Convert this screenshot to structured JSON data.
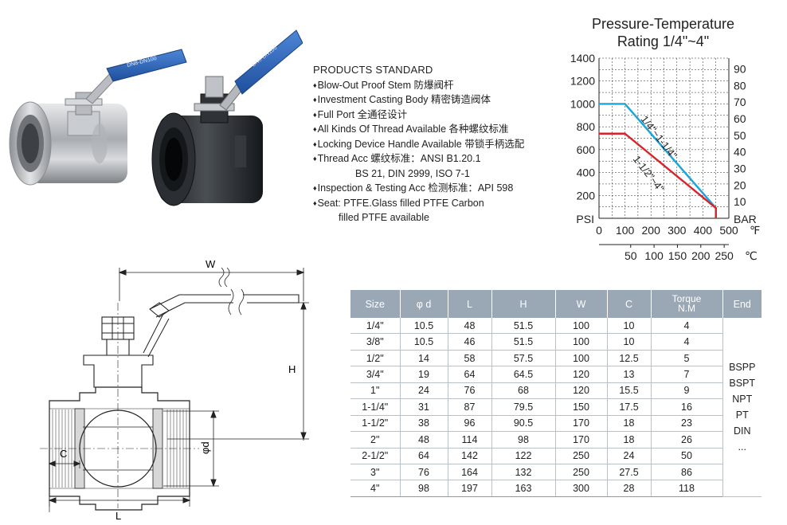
{
  "products": {
    "title": "PRODUCTS STANDARD",
    "lines": [
      "Blow-Out Proof Stem 防爆阀杆",
      "Investment Casting Body 精密铸造阀体",
      "Full Port 全通径设计",
      "All Kinds Of Thread Available 各种螺纹标准",
      "Locking Device Handle Available 带锁手柄选配",
      "Thread Acc 螺纹标准：ANSI B1.20.1",
      "BS 21, DIN 2999, ISO 7-1",
      "Inspection & Testing Acc 检测标准：API 598",
      "Seat: PTFE.Glass filled PTFE Carbon",
      "filled PTFE available"
    ]
  },
  "chart_data": {
    "type": "line",
    "title": "Pressure-Temperature\nRating 1/4\"~4\"",
    "title_line1": "Pressure-Temperature",
    "title_line2": "Rating 1/4\"~4\"",
    "y_left_label": "PSI",
    "y_right_label": "BAR",
    "x_top_unit": "℉",
    "x_bottom_unit": "℃",
    "y_left_ticks": [
      "1400",
      "1200",
      "1000",
      "800",
      "600",
      "400",
      "200"
    ],
    "y_right_ticks": [
      "90",
      "80",
      "70",
      "60",
      "50",
      "40",
      "30",
      "20",
      "10"
    ],
    "x_top_ticks": [
      "0",
      "100",
      "200",
      "300",
      "400",
      "500"
    ],
    "x_bottom_ticks": [
      "50",
      "100",
      "150",
      "200",
      "250"
    ],
    "ylim_psi": [
      0,
      1400
    ],
    "xlim_f": [
      0,
      500
    ],
    "grid": true,
    "series": [
      {
        "name": "1/4\"~1-1/4\"",
        "color": "#1aa6d9",
        "x_f": [
          0,
          100,
          450,
          450
        ],
        "y_psi": [
          1000,
          1000,
          90,
          0
        ]
      },
      {
        "name": "1-1/2\"~4\"",
        "color": "#d8232a",
        "x_f": [
          0,
          100,
          450,
          450
        ],
        "y_psi": [
          740,
          740,
          90,
          0
        ]
      }
    ]
  },
  "drawing": {
    "label_w": "W",
    "label_h": "H",
    "label_l": "L",
    "label_c": "C",
    "label_d": "φd"
  },
  "table": {
    "headers": [
      "Size",
      "φ d",
      "L",
      "H",
      "W",
      "C",
      "Torque N.M",
      "End"
    ],
    "torque_line1": "Torque",
    "torque_line2": "N.M",
    "rows": [
      [
        "1/4\"",
        "10.5",
        "48",
        "51.5",
        "100",
        "10",
        "4"
      ],
      [
        "3/8\"",
        "10.5",
        "46",
        "51.5",
        "100",
        "10",
        "4"
      ],
      [
        "1/2\"",
        "14",
        "58",
        "57.5",
        "100",
        "12.5",
        "5"
      ],
      [
        "3/4\"",
        "19",
        "64",
        "64.5",
        "120",
        "13",
        "7"
      ],
      [
        "1\"",
        "24",
        "76",
        "68",
        "120",
        "15.5",
        "9"
      ],
      [
        "1-1/4\"",
        "31",
        "87",
        "79.5",
        "150",
        "17.5",
        "16"
      ],
      [
        "1-1/2\"",
        "38",
        "96",
        "90.5",
        "170",
        "18",
        "23"
      ],
      [
        "2\"",
        "48",
        "114",
        "98",
        "170",
        "18",
        "26"
      ],
      [
        "2-1/2\"",
        "64",
        "142",
        "122",
        "250",
        "24",
        "50"
      ],
      [
        "3\"",
        "76",
        "164",
        "132",
        "250",
        "27.5",
        "86"
      ],
      [
        "4\"",
        "98",
        "197",
        "163",
        "300",
        "28",
        "118"
      ]
    ],
    "end_values": [
      "BSPP",
      "BSPT",
      "NPT",
      "PT",
      "DIN",
      "..."
    ]
  },
  "photo": {
    "stainless_label": "DN8-DN100",
    "black_label": "DN8-DN100",
    "handle_color": "#2a63b8"
  }
}
